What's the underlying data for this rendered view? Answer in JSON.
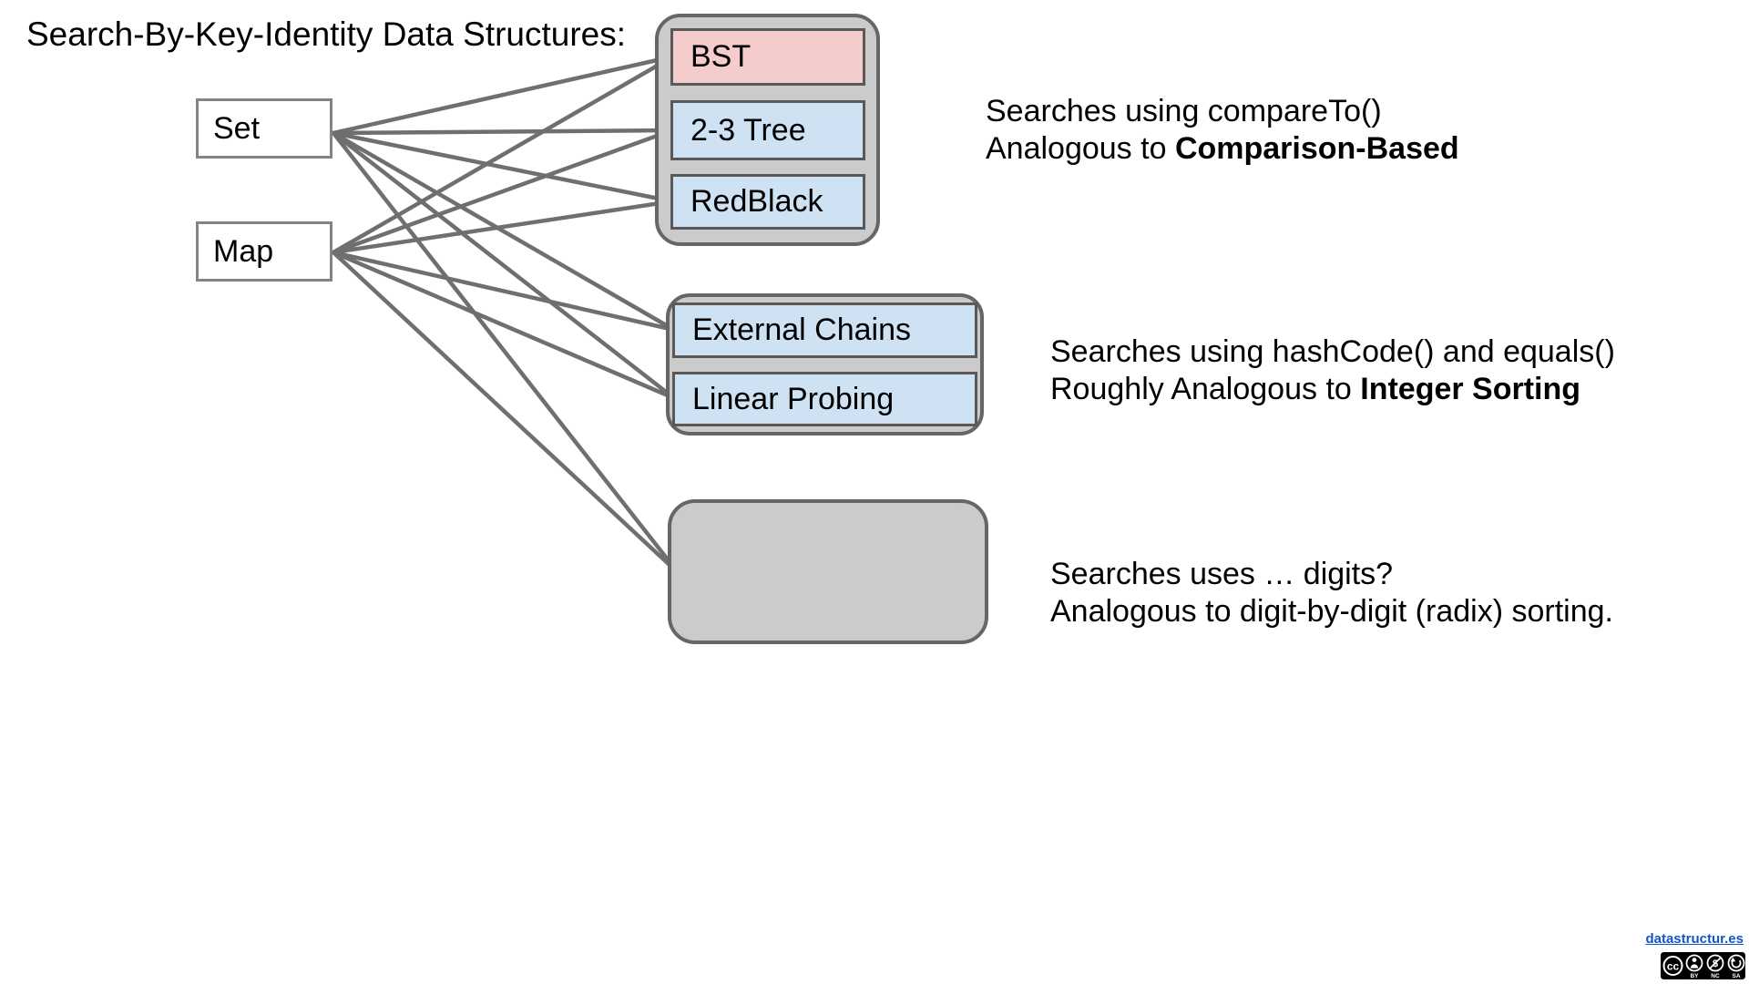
{
  "slide": {
    "title": "Search-By-Key-Identity Data Structures:"
  },
  "sources": {
    "set": "Set",
    "map": "Map"
  },
  "structures": {
    "comparison_group": {
      "bst": "BST",
      "tree23": "2-3 Tree",
      "redblack": "RedBlack"
    },
    "hashing_group": {
      "external_chains": "External Chains",
      "linear_probing": "Linear Probing"
    },
    "radix_group": {
      "label": ""
    }
  },
  "notes": {
    "comparison": {
      "line1": "Searches using compareTo()",
      "line2_prefix": "Analogous to ",
      "line2_bold": "Comparison-Based"
    },
    "hashing": {
      "line1": "Searches using hashCode() and equals()",
      "line2_prefix": "Roughly Analogous to ",
      "line2_bold": "Integer Sorting"
    },
    "radix": {
      "line1": "Searches uses … digits?",
      "line2_prefix": "Analogous to digit-by-digit (radix) sorting.",
      "line2_bold": ""
    }
  },
  "edges": [
    "Set → BST",
    "Set → 2-3 Tree",
    "Set → RedBlack",
    "Set → External Chains",
    "Set → Linear Probing",
    "Set → radix-box",
    "Map → BST",
    "Map → 2-3 Tree",
    "Map → RedBlack",
    "Map → External Chains",
    "Map → Linear Probing",
    "Map → radix-box"
  ],
  "footer": {
    "link": "datastructur.es",
    "license": {
      "cc": "cc",
      "by": "BY",
      "nc": "NC",
      "sa": "SA"
    }
  },
  "colors": {
    "highlight_pink": "#f4cccc",
    "structure_blue": "#cfe2f3",
    "group_gray": "#cbcbcb",
    "line_gray": "#6f6f6f",
    "link_blue": "#1155cc"
  }
}
